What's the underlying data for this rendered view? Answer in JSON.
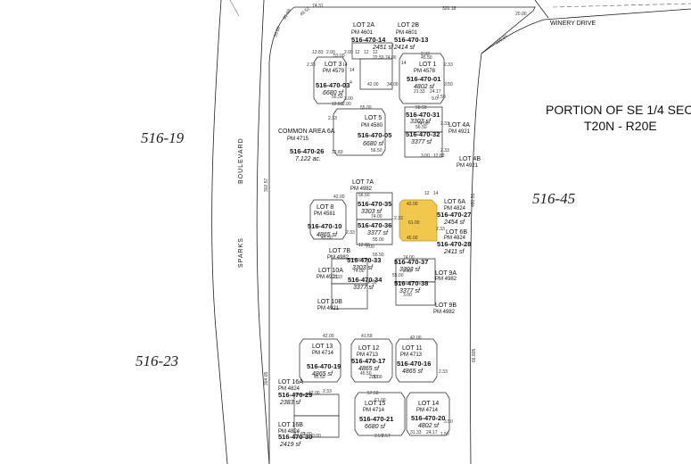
{
  "title": {
    "line1": "PORTION OF SE 1/4 SEC",
    "line2": "T20N - R20E"
  },
  "road_label": "WINERY DRIVE",
  "street_labels": {
    "sparks": "SPARKS",
    "boulevard": "BOULEVARD"
  },
  "neighbor_books": [
    "516-19",
    "516-23",
    "516-45"
  ],
  "boundary_dims": {
    "top_a": "74.31",
    "top_b": "320.18",
    "top_c": "20.00",
    "diag": "150.84",
    "left": "302.57",
    "left2": "304.05",
    "right": "480.51",
    "right2": "66.805",
    "corner_a": "85.58",
    "corner_b": "35.60",
    "corner_c": "49.52"
  },
  "common_area": {
    "lot": "COMMON AREA 6A",
    "pm": "PM 4715",
    "apn": "516-470-26",
    "area": "7.122 ac."
  },
  "lots": [
    {
      "lot": "LOT 2A",
      "pm": "PM 4601",
      "apn": "516-470-14",
      "area": "2451 sf"
    },
    {
      "lot": "LOT 2B",
      "pm": "PM 4601",
      "apn": "516-470-13",
      "area": "2414 sf"
    },
    {
      "lot": "LOT 3",
      "pm": "PM 4579",
      "apn": "516-470-03",
      "area": "6680 sf"
    },
    {
      "lot": "LOT 1",
      "pm": "PM 4578",
      "apn": "516-470-01",
      "area": "4802 sf"
    },
    {
      "lot": "LOT 5",
      "pm": "PM 4580",
      "apn": "516-470-05",
      "area": "6680 sf"
    },
    {
      "lot": "LOT 4A",
      "pm": "PM 4921",
      "apn": "516-470-31",
      "area": "3303 sf"
    },
    {
      "lot": "LOT 4B",
      "pm": "PM 4921",
      "apn": "516-470-32",
      "area": "3377 sf"
    },
    {
      "lot": "LOT 7A",
      "pm": "PM 4982",
      "apn": "516-470-35",
      "area": "3303 sf"
    },
    {
      "lot": "LOT 7B",
      "pm": "PM 4982",
      "apn": "516-470-36",
      "area": "3377 sf"
    },
    {
      "lot": "LOT 8",
      "pm": "PM 4581",
      "apn": "516-470-10",
      "area": "4865 sf"
    },
    {
      "lot": "LOT 6A",
      "pm": "PM 4824",
      "apn": "516-470-27",
      "area": "2454 sf"
    },
    {
      "lot": "LOT 6B",
      "pm": "PM 4824",
      "apn": "516-470-28",
      "area": "2411 sf"
    },
    {
      "lot": "LOT 10A",
      "pm": "PM 4921",
      "apn": "516-470-33",
      "area": "3303 sf"
    },
    {
      "lot": "LOT 10B",
      "pm": "PM 4921",
      "apn": "516-470-34",
      "area": "3377 sf"
    },
    {
      "lot": "LOT 9A",
      "pm": "PM 4982",
      "apn": "516-470-37",
      "area": "3303 sf"
    },
    {
      "lot": "LOT 9B",
      "pm": "PM 4982",
      "apn": "516-470-38",
      "area": "3377 sf"
    },
    {
      "lot": "LOT 13",
      "pm": "PM 4714",
      "apn": "516-470-19",
      "area": "4865 sf"
    },
    {
      "lot": "LOT 12",
      "pm": "PM 4713",
      "apn": "516-470-17",
      "area": "4865 sf"
    },
    {
      "lot": "LOT 11",
      "pm": "PM 4713",
      "apn": "516-470-16",
      "area": "4865 sf"
    },
    {
      "lot": "LOT 16A",
      "pm": "PM 4824",
      "apn": "516-470-29",
      "area": "2383 sf"
    },
    {
      "lot": "LOT 16B",
      "pm": "PM 4824",
      "apn": "516-470-30",
      "area": "2419 sf"
    },
    {
      "lot": "LOT 15",
      "pm": "PM 4714",
      "apn": "516-470-21",
      "area": "6680 sf"
    },
    {
      "lot": "LOT 14",
      "pm": "PM 4714",
      "apn": "516-470-20",
      "area": "4802 sf"
    }
  ],
  "highlighted_parcel": {
    "apn": "516-470-27",
    "color": "#f2c84c",
    "dims": [
      "42.00",
      "61.00",
      "45.00",
      "12",
      "14",
      "2.33"
    ]
  },
  "lot_dims": [
    "12.83",
    "2.00",
    "53.00",
    "2.00",
    "2.33",
    "56.50",
    "3.00",
    "14",
    "12",
    "12",
    "12",
    "22.50",
    "74.00",
    "14",
    "4",
    "42.00",
    "34.00",
    "2.33",
    "45.50",
    "14",
    "2.33",
    "21.33",
    "24.17",
    "1.50",
    "9.0",
    "3.50",
    "12.83",
    "2.00",
    "55.00",
    "12.83",
    "2.33",
    "56.50",
    "58.50",
    "74.00",
    "2.33",
    "56.50",
    "2.33",
    "3.00",
    "12.83",
    "42.00",
    "56.50",
    "74.00",
    "2.33",
    "45.50",
    "2.33",
    "55.00",
    "12.83",
    "7.00",
    "55.50",
    "74.00",
    "2.33",
    "56.50",
    "74.00",
    "2.33",
    "55.00",
    "3.00",
    "42.00",
    "41.59",
    "42.00",
    "45.50",
    "45.50",
    "78.00",
    "2.33",
    "2.33",
    "2.33",
    "42.00",
    "57.50",
    "61.00",
    "24.17",
    "31.33",
    "12.83",
    "2.00",
    "1.50",
    "2.57",
    "9.00",
    "2.57",
    "3.50"
  ]
}
